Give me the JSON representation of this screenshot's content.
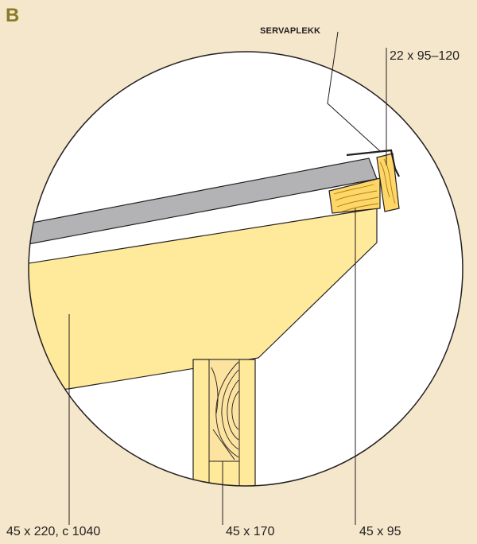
{
  "figure": {
    "heading": "B",
    "labels": {
      "servaplekk": "SERVAPLEKK",
      "top_dim": "22 x 95–120",
      "rafter_dim": "45 x 220, c 1040",
      "post_dim": "45 x 170",
      "lath_dim": "45 x 95"
    },
    "colors": {
      "background": "#f5e7cb",
      "circle_fill": "#ffffff",
      "wood_face": "#ffe99a",
      "wood_grain": "#f2c33a",
      "roof_sheet": "#b3b3b5",
      "outline": "#231f20"
    }
  }
}
